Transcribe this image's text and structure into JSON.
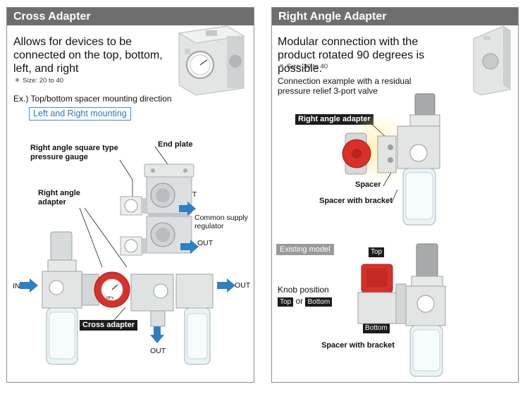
{
  "left_panel": {
    "title": "Cross Adapter",
    "description": "Allows for devices to be connected on the top, bottom, left, and right",
    "size_note": "Size: 20 to 40",
    "example": "Ex.) Top/bottom spacer mounting direction",
    "mounting_label": "Left and Right mounting",
    "labels": {
      "end_plate": "End plate",
      "pressure_gauge": "Right angle square type pressure gauge",
      "right_angle_adapter": "Right angle adapter",
      "common_supply": "Common supply regulator",
      "cross_adapter": "Cross adapter"
    },
    "flows": {
      "in": "IN",
      "out_right": "OUT",
      "out_top": "OUT",
      "out_middle": "OUT",
      "out_bottom": "OUT"
    },
    "gauge_text": "MPa"
  },
  "right_panel": {
    "title": "Right Angle Adapter",
    "description": "Modular connection with the product rotated 90 degrees is possible.",
    "size_note": "Size: 20 to 40",
    "connection_example": "Connection example with a residual pressure relief 3-port valve",
    "labels": {
      "right_angle_adapter": "Right angle adapter",
      "spacer": "Spacer",
      "spacer_with_bracket": "Spacer with bracket",
      "spacer_with_bracket_2": "Spacer with bracket"
    },
    "existing_model": "Existing model",
    "knob_position": "Knob position",
    "knob_top": "Top",
    "knob_or": "or",
    "knob_bottom": "Bottom",
    "tag_top": "Top",
    "tag_bottom": "Bottom"
  },
  "colors": {
    "header": "#6e6e6e",
    "arrow": "#2f7fc4",
    "red_knob": "#d9302a",
    "body_gray": "#d9dcdc"
  }
}
